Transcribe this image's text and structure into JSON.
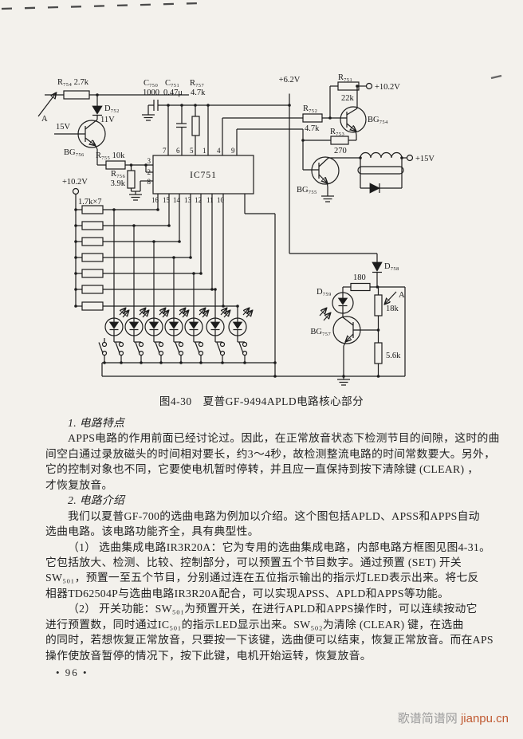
{
  "figure": {
    "caption": "图4-30　夏普GF-9494APLD电路核心部分",
    "labels": {
      "r754": "R₇₅₄ 2.7k",
      "arrow_a_left": "A",
      "d752": "D₇₅₂",
      "v11": "11V",
      "v15": "15V",
      "bg756": "BG₇₅₆",
      "r755": "R₇₅₅ 10k",
      "r756_name": "R₇₅₆",
      "r756_val": "3.9k",
      "c750_name": "C₇₅₀",
      "c750_val": "1000",
      "c751_name": "C₇₅₁",
      "c751_val": "0.47μ",
      "r757_name": "R₇₅₇",
      "r757_val": "4.7k",
      "ic751": "IC751",
      "v62": "+6.2V",
      "r751_name": "R₇₅₁",
      "r751_val": "22k",
      "v102_right": "+10.2V",
      "r752_name": "R₇₅₂",
      "r752_val": "4.7k",
      "bg754": "BG₇₅₄",
      "r753_name": "R₇₅₃",
      "r753_val": "270",
      "bg755": "BG₇₅₅",
      "v15v": "+15V",
      "v102_left": "+10.2V",
      "r_array": "1.7k×7",
      "d758": "D₇₅₈",
      "r180": "180",
      "d759": "D₇₅₉",
      "bg757": "BG₇₅₇",
      "r18k": "18k",
      "r56k": "5.6k",
      "arrow_a_right": "A",
      "pins_top": [
        "7",
        "6",
        "5",
        "1",
        "4",
        "9"
      ],
      "pins_bottom": [
        "16",
        "15",
        "14",
        "13",
        "12",
        "11",
        "10"
      ],
      "pins_left": [
        "3",
        "2",
        "8"
      ]
    }
  },
  "content": {
    "lines": [
      "1. 电路特点",
      "APPS电路的作用前面已经讨论过。因此，在正常放音状态下检测节目的间隙，这时的曲",
      "间空白通过录放磁头的时间相对要长，约3～4秒，故检测整流电路的时间常数要大。另外，",
      "它的控制对象也不同，它要使电机暂时停转，并且应一直保持到按下清除键 (CLEAR) ，",
      "才恢复放音。",
      "2. 电路介绍",
      "我们以夏普GF-700的选曲电路为例加以介绍。这个图包括APLD、APSS和APPS自动",
      "选曲电路。该电路功能齐全，具有典型性。",
      "（1） 选曲集成电路IR3R20A：它为专用的选曲集成电路，内部电路方框图见图4-31。",
      "它包括放大、检测、比较、控制部分，可以预置五个节目数字。通过预置 (SET) 开关",
      "SW₅₀₁，预置一至五个节目，分别通过连在五位指示输出的指示灯LED表示出来。将七反",
      "相器TD62504P与选曲电路IR3R20A配合，可以实现APSS、APLD和APPS等功能。",
      "（2） 开关功能：SW₅₀₁为预置开关，在进行APLD和APPS操作时，可以连续按动它",
      "进行预置数，同时通过IC₅₀₁的指示LED显示出来。SW₅₀₂为清除 (CLEAR) 键，在选曲",
      "的同时，若想恢复正常放音，只要按一下该键，选曲便可以结束，恢复正常放音。而在APS",
      "操作使放音暂停的情况下，按下此键，电机开始运转，恢复放音。"
    ]
  },
  "page_footer": {
    "page_number": "• 96 •"
  },
  "watermark": {
    "name": "歌谱简谱网",
    "url": "jianpu.cn"
  }
}
